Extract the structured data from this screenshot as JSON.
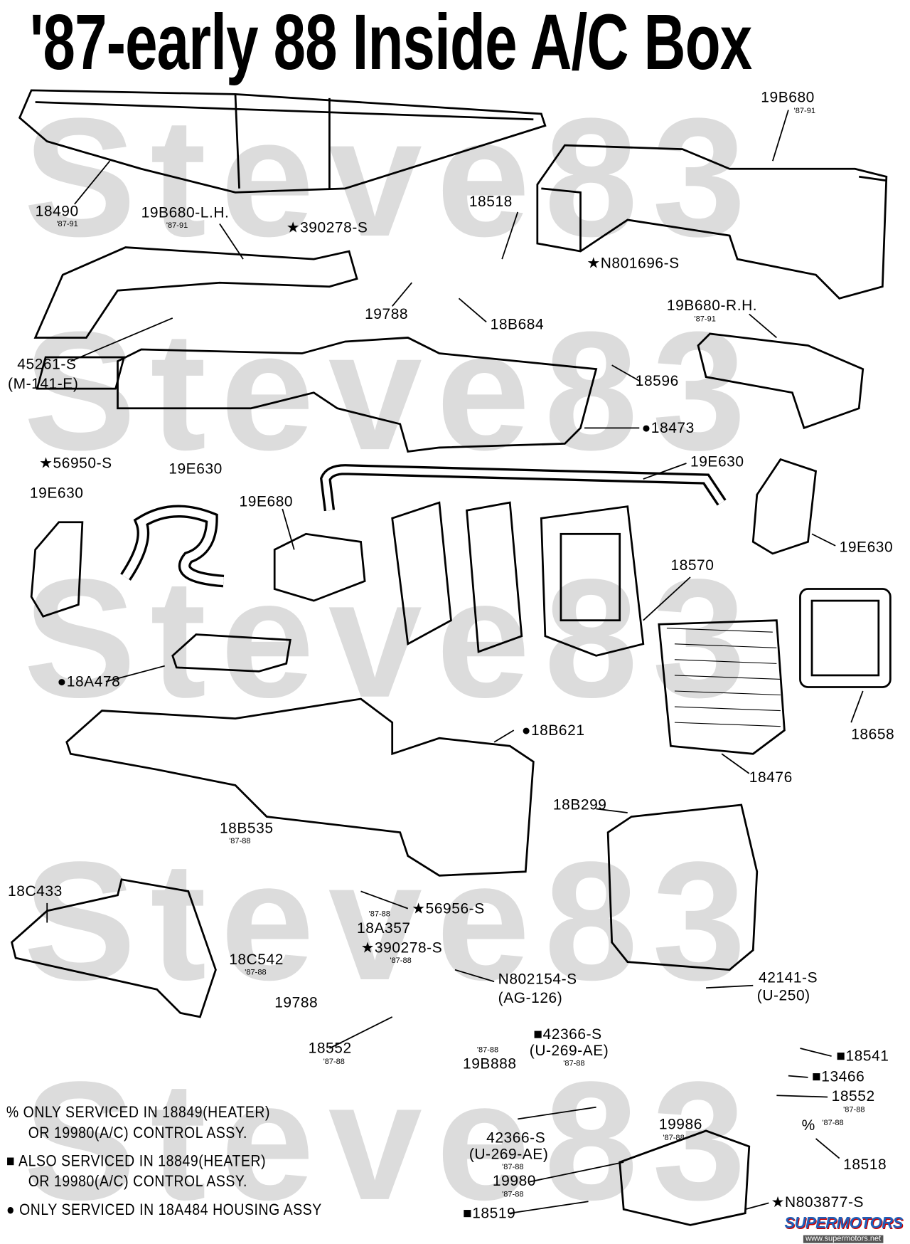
{
  "title": "'87-early 88 Inside A/C Box",
  "watermark": "Steve83",
  "callouts": [
    {
      "text": "18490",
      "note": "'87-91"
    },
    {
      "text": "19B680-L.H.",
      "note": "'87-91"
    },
    {
      "text": "★390278-S"
    },
    {
      "text": "18518"
    },
    {
      "text": "19B680",
      "note": "'87-91"
    },
    {
      "text": "★N801696-S"
    },
    {
      "text": "19788"
    },
    {
      "text": "18B684"
    },
    {
      "text": "19B680-R.H.",
      "note": "'87-91"
    },
    {
      "text": "45261-S",
      "note": "(M-141-E)"
    },
    {
      "text": "18596"
    },
    {
      "text": "●18473"
    },
    {
      "text": "★56950-S"
    },
    {
      "text": "19E630"
    },
    {
      "text": "19E630"
    },
    {
      "text": "19E680"
    },
    {
      "text": "19E630"
    },
    {
      "text": "19E630"
    },
    {
      "text": "18570"
    },
    {
      "text": "●18A478"
    },
    {
      "text": "●18B621"
    },
    {
      "text": "18658"
    },
    {
      "text": "18476"
    },
    {
      "text": "18B299"
    },
    {
      "text": "18B535",
      "note": "'87-88"
    },
    {
      "text": "18C433"
    },
    {
      "text": "★56956-S"
    },
    {
      "text": "18A357",
      "note": "'87-88"
    },
    {
      "text": "★390278-S",
      "note": "'87-88"
    },
    {
      "text": "18C542",
      "note": "'87-88"
    },
    {
      "text": "N802154-S",
      "note": "(AG-126)"
    },
    {
      "text": "42141-S",
      "note": "(U-250)"
    },
    {
      "text": "19788"
    },
    {
      "text": "18552",
      "note": "'87-88"
    },
    {
      "text": "■42366-S",
      "note": "(U-269-AE)",
      "years": "'87-88"
    },
    {
      "text": "19B888",
      "note": "'87-88"
    },
    {
      "text": "■18541"
    },
    {
      "text": "■13466"
    },
    {
      "text": "18552",
      "note": "'87-88"
    },
    {
      "text": "19986",
      "note": "'87-88"
    },
    {
      "text": "%",
      "note": "'87-88"
    },
    {
      "text": "42366-S",
      "note": "(U-269-AE)",
      "years": "'87-88"
    },
    {
      "text": "18518"
    },
    {
      "text": "19980",
      "note": "'87-88"
    },
    {
      "text": "■18519"
    },
    {
      "text": "★N803877-S"
    }
  ],
  "notes": [
    "% ONLY SERVICED IN 18849(HEATER)",
    "OR 19980(A/C) CONTROL ASSY.",
    "■ ALSO SERVICED IN 18849(HEATER)",
    "OR 19980(A/C) CONTROL ASSY.",
    "● ONLY SERVICED IN 18A484 HOUSING ASSY"
  ],
  "logo": {
    "brand": "SUPERMOTORS",
    "url": "www.supermotors.net"
  }
}
